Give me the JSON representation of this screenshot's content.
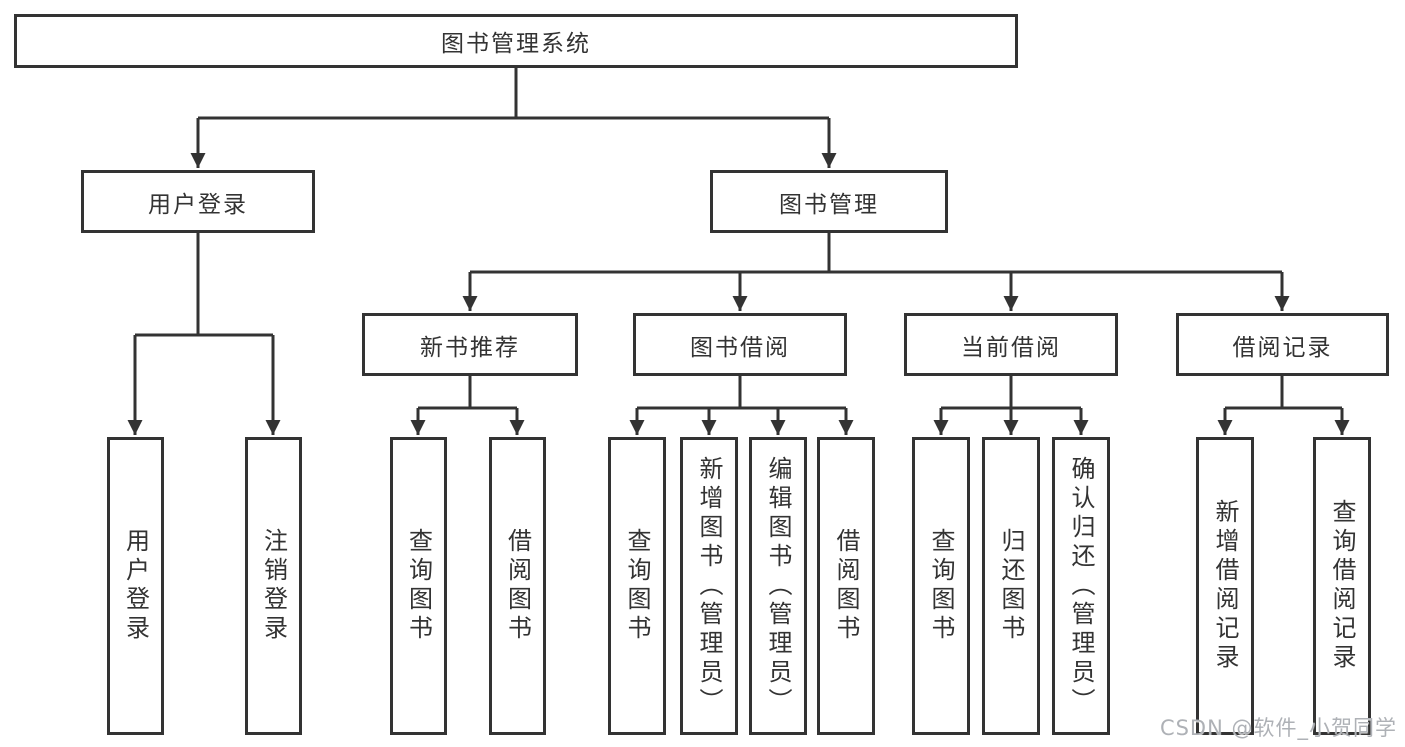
{
  "colors": {
    "border": "#333333",
    "text": "#333333",
    "line": "#333333",
    "watermark": "#aeb1b6",
    "background": "#ffffff"
  },
  "watermark": "CSDN @软件_小贺同学",
  "tree": {
    "root": "图书管理系统",
    "user_login": {
      "label": "用户登录",
      "children": [
        "用户登录",
        "注销登录"
      ]
    },
    "book_management": {
      "label": "图书管理",
      "sections": {
        "new_books": {
          "label": "新书推荐",
          "children": [
            "查询图书",
            "借阅图书"
          ]
        },
        "borrowing": {
          "label": "图书借阅",
          "children": [
            "查询图书",
            "新增图书（管理员）",
            "编辑图书（管理员）",
            "借阅图书"
          ]
        },
        "current": {
          "label": "当前借阅",
          "children": [
            "查询图书",
            "归还图书",
            "确认归还（管理员）"
          ]
        },
        "records": {
          "label": "借阅记录",
          "children": [
            "新增借阅记录",
            "查询借阅记录"
          ]
        }
      }
    }
  }
}
